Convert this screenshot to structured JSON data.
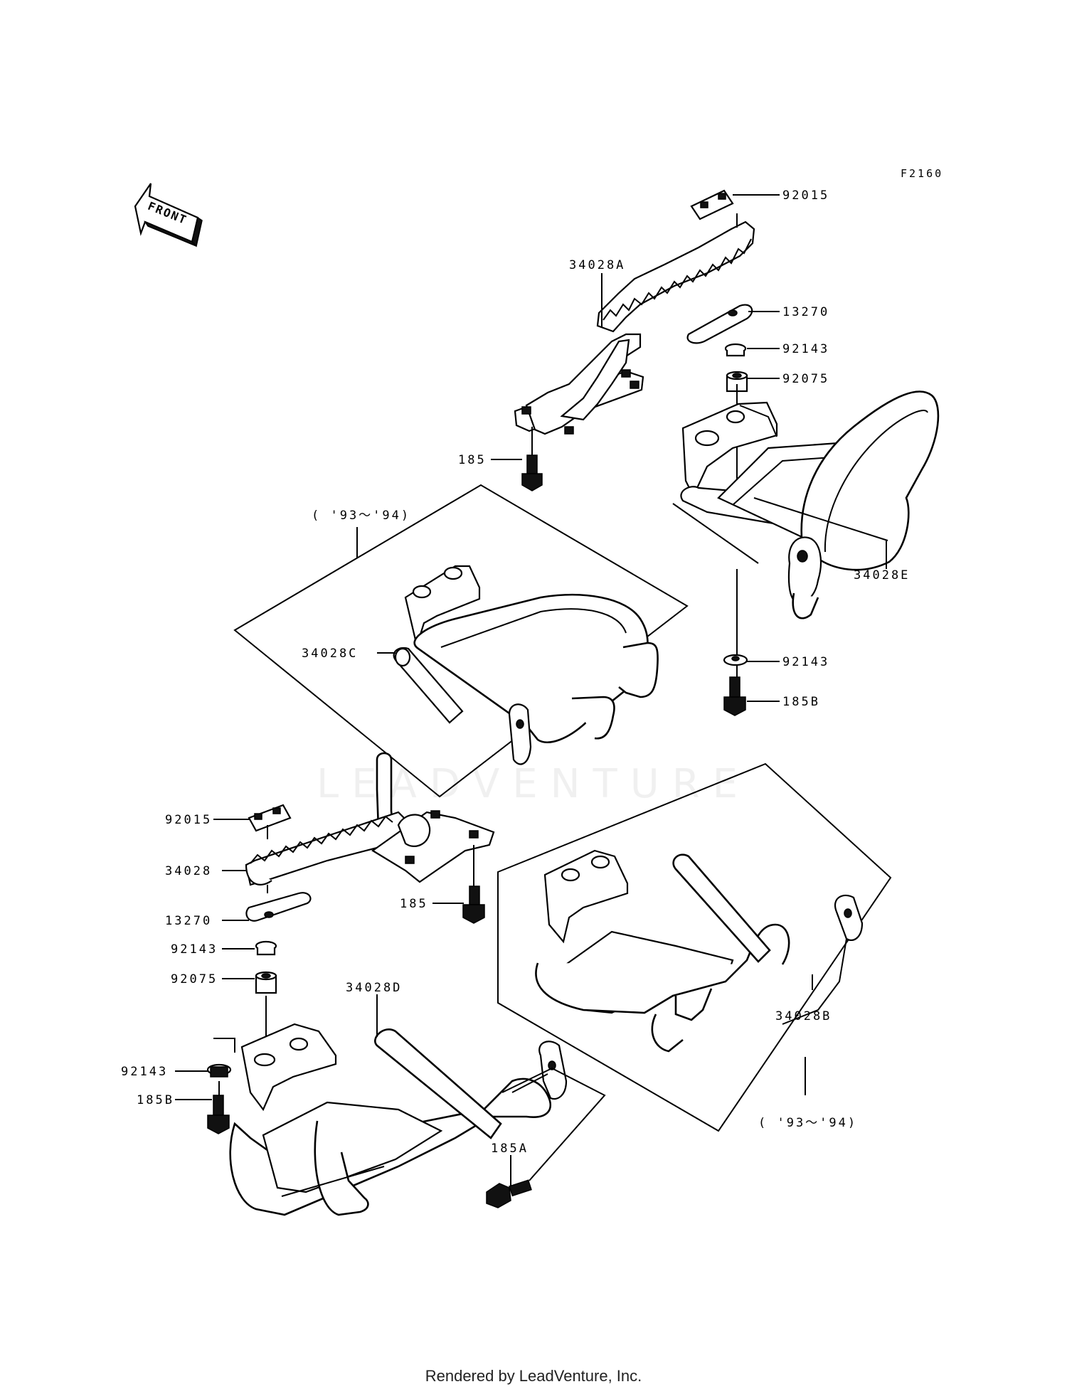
{
  "diagram": {
    "code": "F2160",
    "front_label": "FRONT",
    "year_note_top": "( '93～'94)",
    "year_note_bottom": "( '93～'94)",
    "parts": {
      "p92015_a": "92015",
      "p34028A": "34028A",
      "p13270_a": "13270",
      "p92143_a": "92143",
      "p92075_a": "92075",
      "p185_a": "185",
      "p34028E": "34028E",
      "p34028C": "34028C",
      "p92143_b": "92143",
      "p185B_a": "185B",
      "p92015_b": "92015",
      "p34028": "34028",
      "p13270_b": "13270",
      "p185_b": "185",
      "p92143_c": "92143",
      "p92075_b": "92075",
      "p34028D": "34028D",
      "p34028B": "34028B",
      "p92143_d": "92143",
      "p185B_b": "185B",
      "p185A": "185A"
    }
  },
  "watermark": "LEADVENTURE",
  "footer": "Rendered by LeadVenture, Inc."
}
